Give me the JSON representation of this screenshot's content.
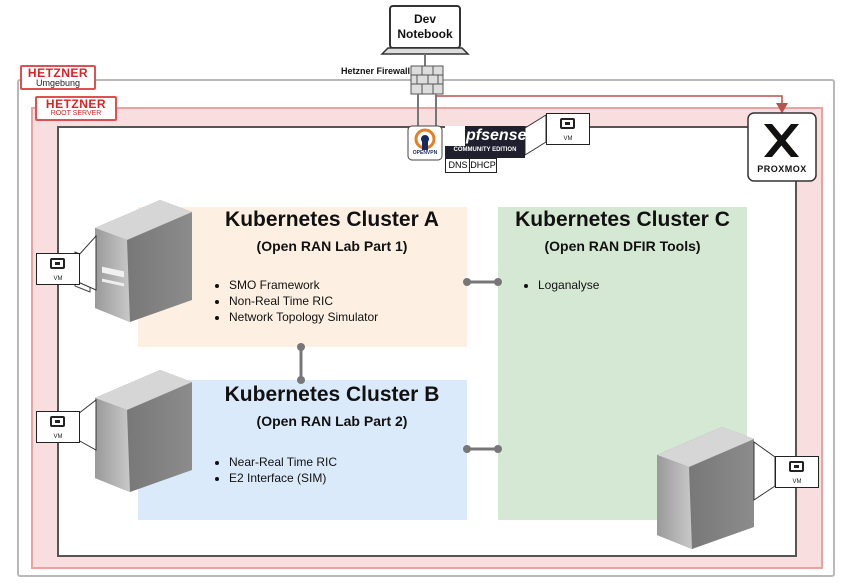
{
  "dev_notebook": {
    "label": "Dev\nNotebook"
  },
  "firewall": {
    "label": "Hetzner Firewall"
  },
  "hetzner_env": {
    "logo": "HETZNER",
    "label": "Umgebung"
  },
  "hetzner_root": {
    "logo": "HETZNER",
    "label": "ROOT SERVER"
  },
  "openvpn": {
    "text": "OPENVPN"
  },
  "pfsense": {
    "name": "pfsense",
    "edition": "COMMUNITY EDITION",
    "services": [
      "DNS",
      "DHCP"
    ]
  },
  "proxmox": {
    "text": "PROXMOX"
  },
  "vm_label": "VM",
  "cluster_a": {
    "title": "Kubernetes Cluster A",
    "subtitle": "(Open RAN Lab Part 1)",
    "items": [
      "SMO Framework",
      "Non-Real Time RIC",
      "Network Topology Simulator"
    ]
  },
  "cluster_b": {
    "title": "Kubernetes Cluster B",
    "subtitle": "(Open RAN Lab Part 2)",
    "items": [
      "Near-Real Time RIC",
      "E2 Interface (SIM)"
    ]
  },
  "cluster_c": {
    "title": "Kubernetes Cluster C",
    "subtitle": "(Open RAN DFIR Tools)",
    "items": [
      "Loganalyse"
    ]
  },
  "colors": {
    "hetzner_red": "#d9232b",
    "root_fill": "#f8dede",
    "cluster_a": "#fdf0e2",
    "cluster_b": "#dbeafb",
    "cluster_c": "#d5e8d4",
    "proxmox_orange": "#e57000",
    "arrow": "#b85450"
  }
}
